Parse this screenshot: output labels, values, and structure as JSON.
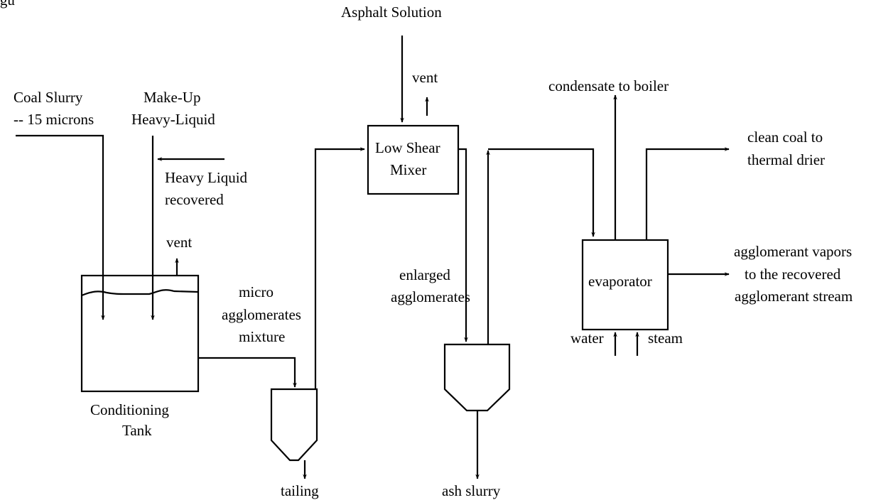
{
  "header": {
    "caption_fragment": "igu"
  },
  "labels": {
    "asphalt_solution": "Asphalt Solution",
    "vent_mixer": "vent",
    "coal_slurry_l1": "Coal Slurry",
    "coal_slurry_l2": "-- 15 microns",
    "makeup_l1": "Make-Up",
    "makeup_l2": "Heavy-Liquid",
    "heavy_liquid_l1": "Heavy Liquid",
    "heavy_liquid_l2": "recovered",
    "vent_tank": "vent",
    "conditioning_l1": "Conditioning",
    "conditioning_l2": "Tank",
    "micro_l1": "micro",
    "micro_l2": "agglomerates",
    "micro_l3": "mixture",
    "mixer_l1": "Low Shear",
    "mixer_l2": "Mixer",
    "enlarged_l1": "enlarged",
    "enlarged_l2": "agglomerates",
    "tailing": "tailing",
    "ash_slurry": "ash slurry",
    "condensate": "condensate to boiler",
    "clean_coal_l1": "clean coal to",
    "clean_coal_l2": "thermal drier",
    "evaporator": "evaporator",
    "agg_vapors_l1": "agglomerant vapors",
    "agg_vapors_l2": "to the recovered",
    "agg_vapors_l3": "agglomerant stream",
    "water": "water",
    "steam": "steam"
  }
}
